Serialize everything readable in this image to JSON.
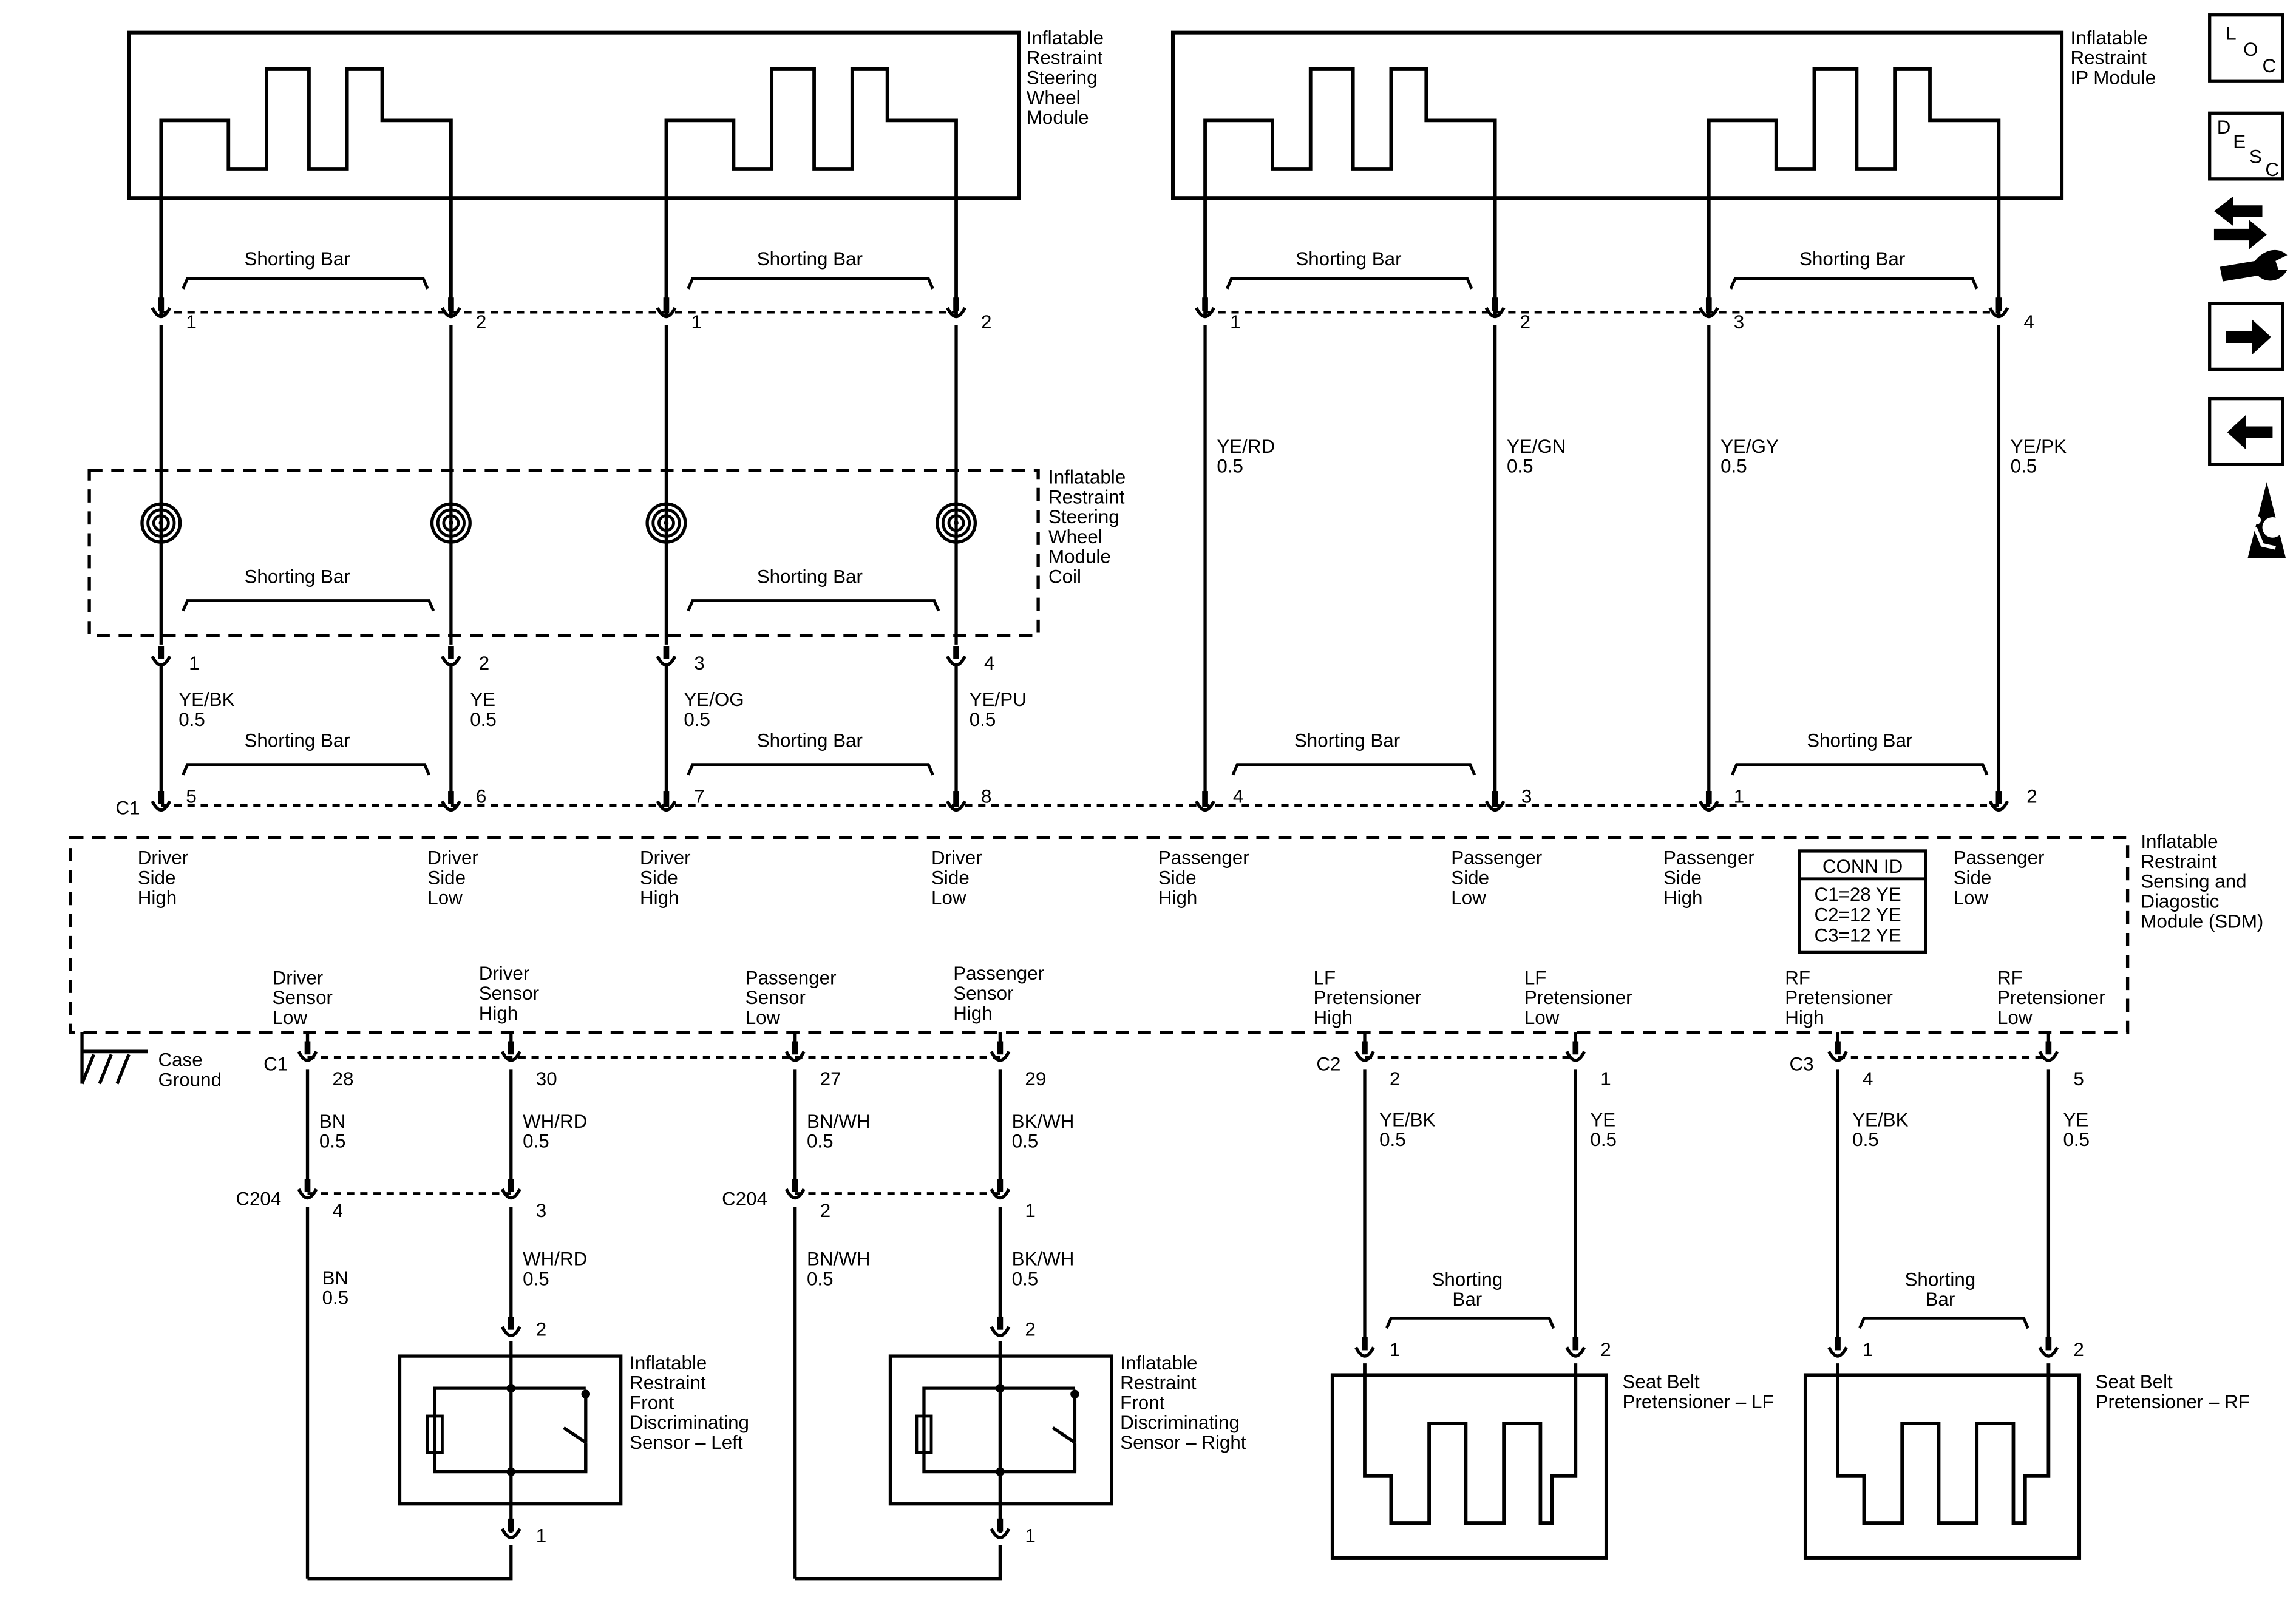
{
  "modules": {
    "steering_wheel_module": "Inflatable\nRestraint\nSteering\nWheel\nModule",
    "ip_module": "Inflatable\nRestraint\nIP Module",
    "coil": "Inflatable\nRestraint\nSteering\nWheel\nModule\nCoil",
    "sdm": "Inflatable\nRestraint\nSensing and\nDiagostic\nModule (SDM)",
    "sensor_left": "Inflatable\nRestraint\nFront\nDiscriminating\nSensor – Left",
    "sensor_right": "Inflatable\nRestraint\nFront\nDiscriminating\nSensor – Right",
    "pretensioner_lf": "Seat Belt\nPretensioner – LF",
    "pretensioner_rf": "Seat Belt\nPretensioner – RF"
  },
  "shorting_bar": "Shorting Bar",
  "shorting_bar_stacked": "Shorting\nBar",
  "case_ground": "Case\nGround",
  "conn_id": {
    "title": "CONN ID",
    "lines": [
      "C1=28 YE",
      "C2=12 YE",
      "C3=12 YE"
    ]
  },
  "connectors": {
    "c1": "C1",
    "c2": "C2",
    "c3": "C3",
    "c204": "C204"
  },
  "pins": {
    "sw_top": [
      "1",
      "2",
      "1",
      "2"
    ],
    "ip_top": [
      "1",
      "2",
      "3",
      "4"
    ],
    "coil_bottom": [
      "1",
      "2",
      "3",
      "4"
    ],
    "sdm_top": [
      "5",
      "6",
      "7",
      "8",
      "4",
      "3",
      "1",
      "2"
    ],
    "sdm_bottom": [
      "28",
      "30",
      "27",
      "29",
      "2",
      "1",
      "4",
      "5"
    ],
    "c204": [
      "4",
      "3",
      "2",
      "1"
    ],
    "sensor_top": [
      "2",
      "2"
    ],
    "sensor_bottom": [
      "1",
      "1"
    ],
    "pret": [
      "1",
      "2",
      "1",
      "2"
    ]
  },
  "wires": {
    "ip": [
      "YE/RD\n0.5",
      "YE/GN\n0.5",
      "YE/GY\n0.5",
      "YE/PK\n0.5"
    ],
    "coil_to_sdm": [
      "YE/BK\n0.5",
      "YE\n0.5",
      "YE/OG\n0.5",
      "YE/PU\n0.5"
    ],
    "sdm_to_c204": [
      "BN\n0.5",
      "WH/RD\n0.5",
      "BN/WH\n0.5",
      "BK/WH\n0.5"
    ],
    "c204_to_sensor": [
      "BN\n0.5",
      "WH/RD\n0.5",
      "BN/WH\n0.5",
      "BK/WH\n0.5"
    ],
    "pret": [
      "YE/BK\n0.5",
      "YE\n0.5",
      "YE/BK\n0.5",
      "YE\n0.5"
    ]
  },
  "sdm_top_labels": [
    "Driver\nSide\nHigh",
    "Driver\nSide\nLow",
    "Driver\nSide\nHigh",
    "Driver\nSide\nLow",
    "Passenger\nSide\nHigh",
    "Passenger\nSide\nLow",
    "Passenger\nSide\nHigh",
    "Passenger\nSide\nLow"
  ],
  "sdm_bottom_labels": [
    "Driver\nSensor\nLow",
    "Driver\nSensor\nHigh",
    "Passenger\nSensor\nLow",
    "Passenger\nSensor\nHigh",
    "LF\nPretensioner\nHigh",
    "LF\nPretensioner\nLow",
    "RF\nPretensioner\nHigh",
    "RF\nPretensioner\nLow"
  ],
  "nav_icons": {
    "loc": [
      "L",
      "O",
      "C"
    ],
    "desc": [
      "D",
      "E",
      "S",
      "C"
    ],
    "icons": [
      "loc-icon",
      "desc-icon",
      "wrench-arrows-icon",
      "arrow-right-icon",
      "arrow-left-icon",
      "airbag-warning-icon"
    ]
  }
}
